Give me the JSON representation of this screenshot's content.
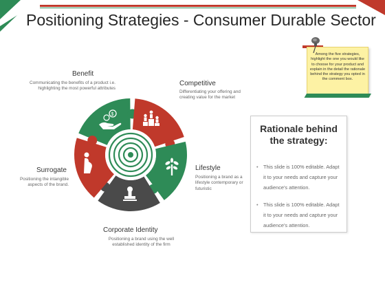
{
  "title": "Positioning Strategies - Consumer Durable Sector",
  "sticky_note": {
    "text": "Among the five strategies, highlight the one you would like to choose for your product and explain in the detail the rationale behind the strategy you opted in the comment box."
  },
  "colors": {
    "green": "#2e8b57",
    "red": "#c0392b",
    "dark": "#4a4a4a",
    "note": "#fdf2a4"
  },
  "strategies": [
    {
      "title": "Benefit",
      "description": "Communicating the benefits of a product i.e. highlighting the most powerful attributes",
      "icon": "hand-money-icon",
      "color": "green"
    },
    {
      "title": "Competitive",
      "description": "Differentiating your offering and creating value for the market",
      "icon": "podium-people-icon",
      "color": "red"
    },
    {
      "title": "Lifestyle",
      "description": "Positioning a brand as a lifestyle contemporary or futuristic",
      "icon": "tree-people-icon",
      "color": "green"
    },
    {
      "title": "Corporate Identity",
      "description": "Positioning a brand using the well established identity of the firm",
      "icon": "stamp-icon",
      "color": "dark"
    },
    {
      "title": "Surrogate",
      "description": "Positioning the intangible aspects of the brand.",
      "icon": "pregnant-woman-icon",
      "color": "red"
    }
  ],
  "rationale": {
    "heading": "Rationale behind the strategy:",
    "bullets": [
      "This slide is 100% editable. Adapt it to your needs and capture your audience's attention.",
      "This slide is 100% editable. Adapt it to your needs and capture your audience's attention."
    ]
  }
}
